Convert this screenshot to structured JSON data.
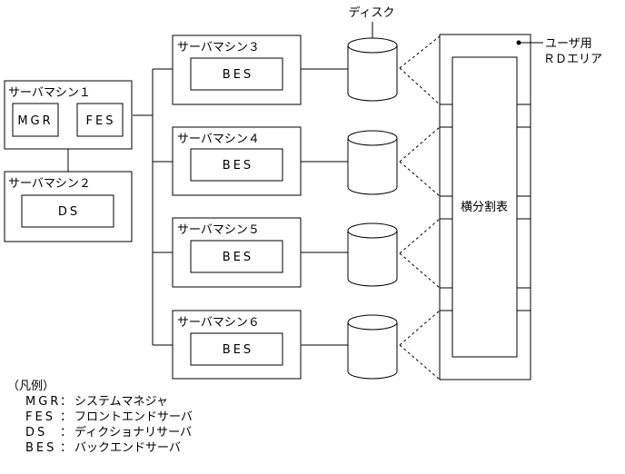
{
  "disk_label": "ディスク",
  "rd_area_label": [
    "ユーザ用",
    "ＲＤエリア"
  ],
  "machines": [
    {
      "title": "サーバマシン１",
      "components": [
        "MGR",
        "FES"
      ]
    },
    {
      "title": "サーバマシン２",
      "components": [
        "DS"
      ]
    },
    {
      "title": "サーバマシン３",
      "components": [
        "BES"
      ]
    },
    {
      "title": "サーバマシン４",
      "components": [
        "BES"
      ]
    },
    {
      "title": "サーバマシン５",
      "components": [
        "BES"
      ]
    },
    {
      "title": "サーバマシン６",
      "components": [
        "BES"
      ]
    }
  ],
  "table_label": "横分割表",
  "legend": {
    "title": "（凡例）",
    "items": [
      {
        "abbr": "MGR",
        "sep": "：",
        "desc": "システムマネジャ"
      },
      {
        "abbr": "FES",
        "sep": "：",
        "desc": "フロントエンドサーバ"
      },
      {
        "abbr": "DS",
        "sep": "：",
        "desc": "ディクショナリサーバ"
      },
      {
        "abbr": "BES",
        "sep": "：",
        "desc": "バックエンドサーバ"
      }
    ]
  }
}
